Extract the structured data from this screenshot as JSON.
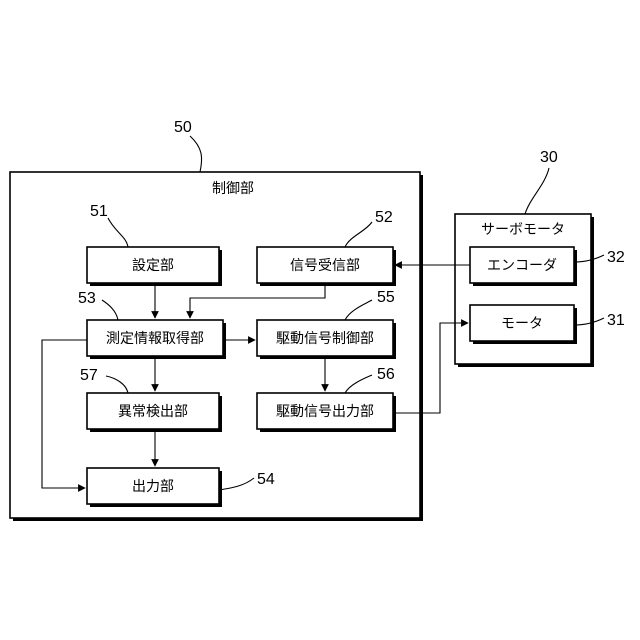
{
  "control_unit": {
    "title": "制御部",
    "ref": "50"
  },
  "servo_motor": {
    "title": "サーボモータ",
    "ref": "30"
  },
  "blocks": {
    "settings": {
      "label": "設定部",
      "ref": "51"
    },
    "signal_receiver": {
      "label": "信号受信部",
      "ref": "52"
    },
    "measurement_acquisition": {
      "label": "測定情報取得部",
      "ref": "53"
    },
    "drive_signal_control": {
      "label": "駆動信号制御部",
      "ref": "55"
    },
    "anomaly_detection": {
      "label": "異常検出部",
      "ref": "57"
    },
    "drive_signal_output": {
      "label": "駆動信号出力部",
      "ref": "56"
    },
    "output": {
      "label": "出力部",
      "ref": "54"
    },
    "encoder": {
      "label": "エンコーダ",
      "ref": "32"
    },
    "motor": {
      "label": "モータ",
      "ref": "31"
    }
  }
}
